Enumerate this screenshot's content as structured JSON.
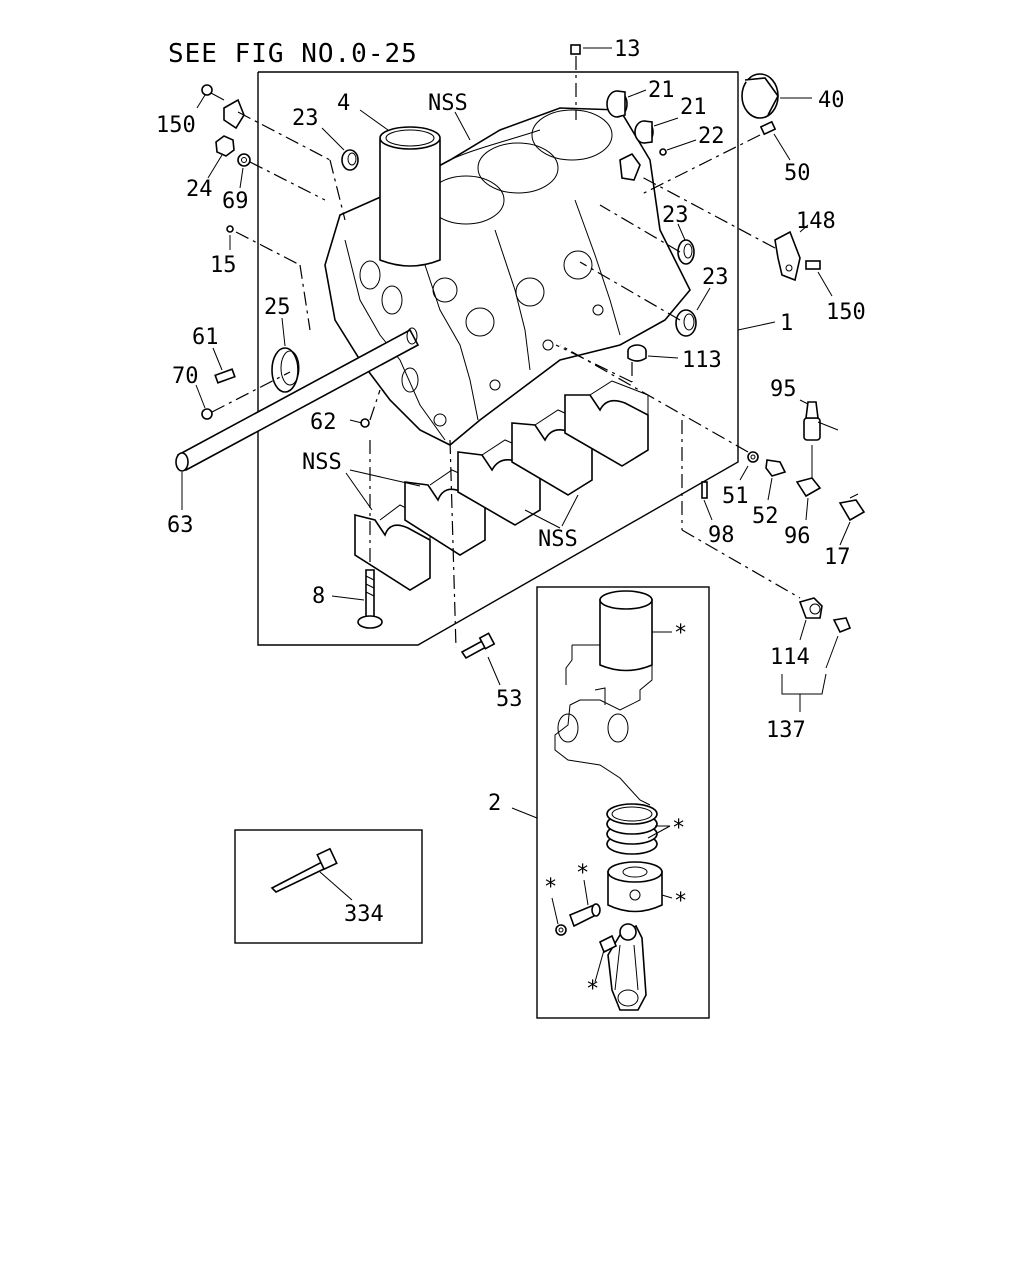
{
  "title": "SEE FIG NO.0-25",
  "labels": {
    "l13": "13",
    "l21a": "21",
    "l21b": "21",
    "l22": "22",
    "l40": "40",
    "l150a": "150",
    "l23a": "23",
    "l4": "4",
    "lNSSa": "NSS",
    "l24": "24",
    "l69": "69",
    "l15": "15",
    "l50": "50",
    "l148": "148",
    "l23b": "23",
    "l23c": "23",
    "l150b": "150",
    "l1": "1",
    "l25": "25",
    "l61": "61",
    "l70": "70",
    "l113": "113",
    "l95": "95",
    "l62": "62",
    "lNSSb": "NSS",
    "l63": "63",
    "l51": "51",
    "l52": "52",
    "l96": "96",
    "l17": "17",
    "l98": "98",
    "lNSSc": "NSS",
    "l8": "8",
    "l114": "114",
    "l137": "137",
    "l53": "53",
    "l2": "2",
    "l334": "334",
    "star1": "*",
    "star2": "*",
    "star3": "*",
    "star4": "*",
    "star5": "*",
    "star6": "*"
  }
}
